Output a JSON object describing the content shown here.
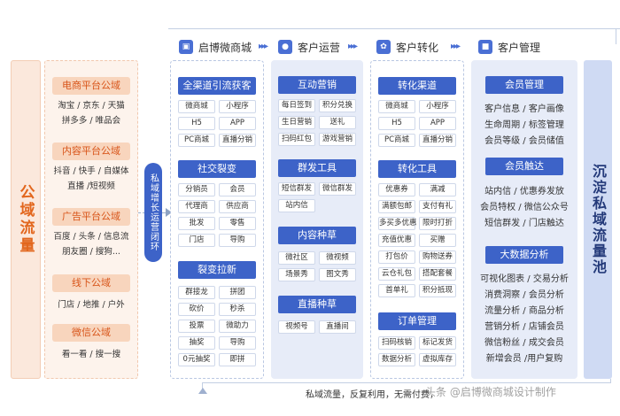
{
  "public_label": "公域流量",
  "public_domains": [
    {
      "title": "电商平台公域",
      "lines": [
        "淘宝 / 京东 / 天猫",
        "拼多多 / 唯品会"
      ]
    },
    {
      "title": "内容平台公域",
      "lines": [
        "抖音 / 快手 / 自媒体",
        "直播 /短视频"
      ]
    },
    {
      "title": "广告平台公域",
      "lines": [
        "百度 / 头条 / 信息流",
        "朋友圈 / 搜狗..."
      ]
    },
    {
      "title": "线下公域",
      "lines": [
        "门店 / 地推 / 户外"
      ]
    },
    {
      "title": "微信公域",
      "lines": [
        "看一看 / 搜一搜"
      ]
    }
  ],
  "loop_label": "私域增长运营闭环",
  "stages": [
    {
      "label": "启博微商城",
      "icon": "shop-icon"
    },
    {
      "label": "客户运营",
      "icon": "user-group-icon"
    },
    {
      "label": "客户转化",
      "icon": "gear-icon"
    },
    {
      "label": "客户管理",
      "icon": "manage-icon"
    }
  ],
  "col1": [
    {
      "title": "全渠道引流获客",
      "chips": [
        "微商城",
        "小程序",
        "H5",
        "APP",
        "PC商城",
        "直播分销"
      ]
    },
    {
      "title": "社交裂变",
      "chips": [
        "分销员",
        "会员",
        "代理商",
        "供应商",
        "批发",
        "零售",
        "门店",
        "导购"
      ]
    },
    {
      "title": "裂变拉新",
      "chips": [
        "群接龙",
        "拼团",
        "砍价",
        "秒杀",
        "投票",
        "微助力",
        "抽奖",
        "导购",
        "0元抽奖",
        "即拼"
      ]
    }
  ],
  "col2": [
    {
      "title": "互动营销",
      "chips": [
        "每日签到",
        "积分兑换",
        "生日营销",
        "送礼",
        "扫码红包",
        "游戏营销"
      ]
    },
    {
      "title": "群发工具",
      "chips": [
        "短信群发",
        "微信群发",
        "站内信"
      ]
    },
    {
      "title": "内容种草",
      "chips": [
        "微社区",
        "微视频",
        "场景秀",
        "图文秀"
      ]
    },
    {
      "title": "直播种草",
      "chips": [
        "视频号",
        "直播间"
      ]
    }
  ],
  "col3": [
    {
      "title": "转化渠道",
      "chips": [
        "微商城",
        "小程序",
        "H5",
        "APP",
        "PC商城",
        "直播分销"
      ]
    },
    {
      "title": "转化工具",
      "chips": [
        "优惠券",
        "满减",
        "满额包邮",
        "支付有礼",
        "多买多优惠",
        "限时打折",
        "充值优惠",
        "买赠",
        "打包价",
        "购物送券",
        "云仓礼包",
        "搭配套餐",
        "首单礼",
        "积分抵现"
      ]
    },
    {
      "title": "订单管理",
      "chips": [
        "扫码核销",
        "标记发货",
        "数据分析",
        "虚拟库存"
      ]
    }
  ],
  "col4": [
    {
      "title": "会员管理",
      "lines": [
        "客户信息 / 客户画像",
        "生命周期 / 标签管理",
        "会员等级 / 会员储值"
      ]
    },
    {
      "title": "会员触达",
      "lines": [
        "站内信 / 优惠券发放",
        "会员特权 / 微信公众号",
        "短信群发 / 门店触达"
      ]
    },
    {
      "title": "大数据分析",
      "lines": [
        "可视化图表 / 交易分析",
        "消费洞察 / 会员分析",
        "流量分析 / 商品分析",
        "营销分析 / 店铺会员",
        "微信粉丝 / 成交会员",
        "新增会员 /用户复购"
      ]
    }
  ],
  "pool_label": "沉淀私域流量池",
  "bottom_text": "私域流量，反复利用，无需付费，",
  "watermark": "头条 @启博微商城设计制作",
  "colors": {
    "accent": "#3d63c8",
    "orange": "#e2661d",
    "panel_fill": "#e7ecf8"
  }
}
